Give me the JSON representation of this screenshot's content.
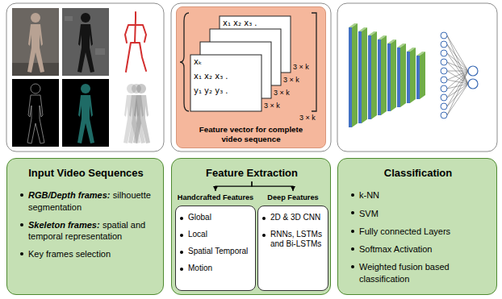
{
  "diagram": {
    "nodes": [
      {
        "text": [
          "Feature vector for complete video sequence"
        ]
      },
      {
        "text": [
          "Input Video Sequences",
          "RGB/Depth frames:",
          "silhouette segmentation",
          "Skeleton frames:",
          "spatial and temporal representation",
          "Key frames selection"
        ]
      },
      {
        "text": [
          "Feature Extraction"
        ]
      },
      {
        "text": [
          "Handcrafted Features",
          "Global",
          "Local",
          "Spatial Temporal",
          "Motion"
        ],
        "in": 2
      },
      {
        "text": [
          "Deep Features",
          "2D & 3D CNN",
          "RNNs, LSTMs and Bi-LSTMs"
        ],
        "in": 2
      },
      {
        "text": [
          "Classification",
          "k-NN",
          "SVM",
          "Fully connected Layers",
          "Softmax Activation",
          "Weighted fusion based classification"
        ]
      }
    ],
    "edges": [
      {
        "from": 2,
        "to": 3,
        "arrow": "to"
      },
      {
        "from": 2,
        "to": 4,
        "arrow": "to"
      }
    ],
    "labels": [
      "x₁ x₂ x₃ .",
      "xₖ",
      "x₁ x₂ x₃ .",
      "y₁ y₂ y₃ .",
      "3 × k",
      "3 × k",
      "3 × k",
      "3 × k",
      "3 × k"
    ]
  }
}
